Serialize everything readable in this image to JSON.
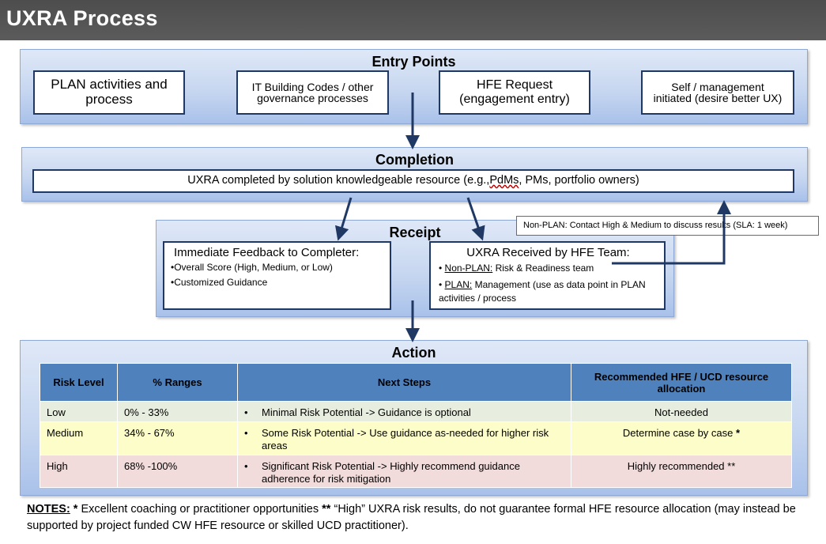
{
  "page": {
    "title": "UXRA Process"
  },
  "entry_points": {
    "title": "Entry Points",
    "boxes": [
      "PLAN activities and process",
      "IT Building Codes / other governance processes",
      "HFE Request (engagement entry)",
      "Self / management initiated (desire better UX)"
    ]
  },
  "completion": {
    "title": "Completion",
    "text_prefix": "UXRA completed by solution knowledgeable resource (e.g., ",
    "text_pdms": "PdMs",
    "text_suffix": ", PMs, portfolio owners)"
  },
  "receipt": {
    "title": "Receipt",
    "feedback": {
      "heading": "Immediate Feedback to Completer:",
      "items": [
        "•Overall Score (High, Medium, or Low)",
        "•Customized Guidance"
      ]
    },
    "received": {
      "heading": "UXRA Received by HFE Team:",
      "item1_bullet": "• ",
      "item1_label": "Non-PLAN:",
      "item1_text": " Risk & Readiness  team",
      "item2_bullet": "• ",
      "item2_label": " PLAN:",
      "item2_text": " Management (use as data point in PLAN activities / process"
    },
    "callout": "Non-PLAN: Contact High & Medium to discuss results (SLA: 1 week)"
  },
  "action": {
    "title": "Action",
    "headers": [
      "Risk Level",
      "% Ranges",
      "Next Steps",
      "Recommended HFE / UCD resource allocation"
    ],
    "rows": [
      {
        "level": "Low",
        "range": "0% - 33%",
        "bullet": "•",
        "step": "Minimal Risk Potential -> Guidance is optional",
        "allocation": "Not-needed"
      },
      {
        "level": "Medium",
        "range": "34% - 67%",
        "bullet": "•",
        "step": "Some Risk Potential -> Use guidance as-needed for higher risk areas",
        "allocation": "Determine case by case ",
        "allocation_mark": "*"
      },
      {
        "level": "High",
        "range": "68% -100%",
        "bullet": "•",
        "step": "Significant Risk Potential -> Highly recommend guidance adherence for risk mitigation",
        "allocation": "Highly recommended **"
      }
    ]
  },
  "notes": {
    "label": "NOTES:",
    "mark1": " * ",
    "text1": "Excellent coaching or practitioner opportunities ",
    "mark2": "** ",
    "text2": "“High” UXRA risk  results,  do not guarantee formal HFE resource allocation (may instead be supported by project funded CW HFE resource or skilled UCD practitioner)."
  },
  "colors": {
    "title_bar": "#555555",
    "arrow": "#1f3864",
    "table_header": "#4f81bd",
    "low_row": "#e8eedf",
    "medium_row": "#fdfdc9",
    "high_row": "#f1dcdb"
  }
}
